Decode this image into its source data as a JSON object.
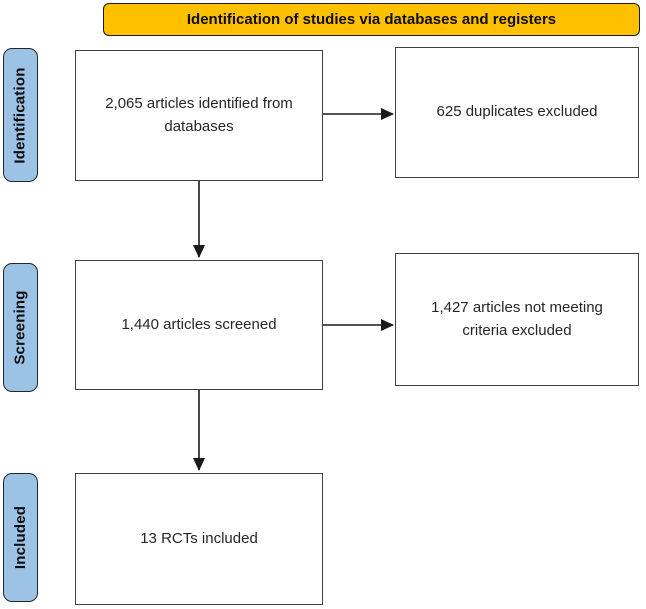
{
  "banner": {
    "title": "Identification of studies via databases and registers"
  },
  "stages": [
    {
      "id": "identification",
      "label": "Identification"
    },
    {
      "id": "screening",
      "label": "Screening"
    },
    {
      "id": "included",
      "label": "Included"
    }
  ],
  "boxes": {
    "identified": {
      "text": "2,065 articles identified from databases"
    },
    "duplicates": {
      "text": "625 duplicates excluded"
    },
    "screened": {
      "text": "1,440 articles screened"
    },
    "not_meeting_criteria": {
      "text": "1,427 articles not meeting criteria excluded"
    },
    "included": {
      "text": "13 RCTs included"
    }
  },
  "colors": {
    "banner-bg": "#FFC000",
    "stage-bg": "#9CC3E5",
    "box-border": "#404040",
    "line": "#1A1A1A",
    "text": "#262626"
  }
}
